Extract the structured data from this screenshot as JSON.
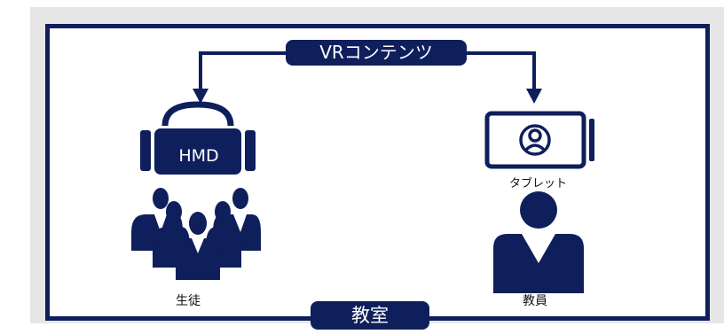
{
  "diagram": {
    "top_label": "VRコンテンツ",
    "bottom_label": "教室",
    "hmd_label": "HMD",
    "students_label": "生徒",
    "tablet_label": "タブレット",
    "teachers_label": "教員"
  },
  "colors": {
    "navy": "#0f1f5c",
    "backdrop": "#e6e6e6"
  },
  "icons": [
    "vr-headset-icon",
    "students-group-icon",
    "tablet-icon",
    "user-circle-icon",
    "teacher-icon",
    "arrow-down-icon"
  ]
}
